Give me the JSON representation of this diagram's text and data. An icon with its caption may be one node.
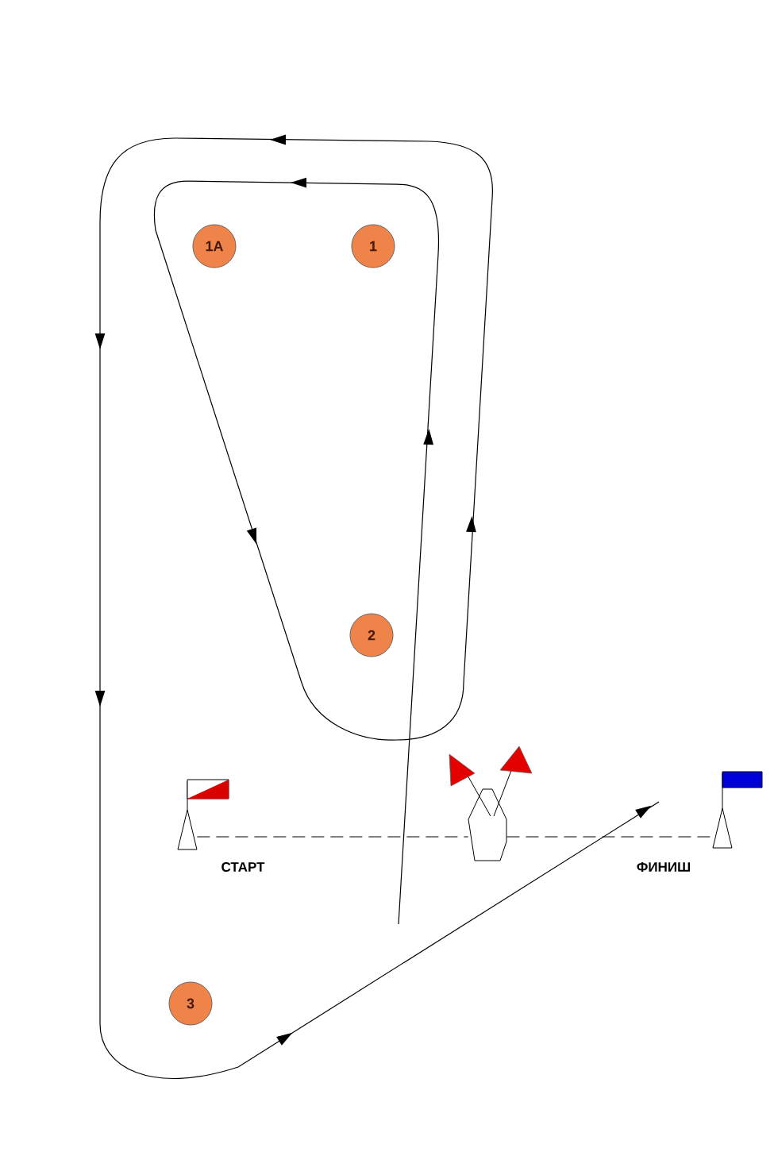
{
  "diagram": {
    "nodes": [
      {
        "text": [
          "1A"
        ]
      },
      {
        "text": [
          "1"
        ]
      },
      {
        "text": [
          "2"
        ]
      },
      {
        "text": [
          "3"
        ]
      },
      {
        "text": [],
        "shape": "buoy",
        "beside": [
          "СТАРТ"
        ]
      },
      {
        "text": [],
        "shape": "boat"
      },
      {
        "text": [],
        "shape": "buoy",
        "beside": [
          "ФИНИШ"
        ]
      }
    ],
    "edges": [
      {
        "from": 4,
        "to": 5,
        "arrow": "none",
        "style": "dashed"
      },
      {
        "from": 5,
        "to": 6,
        "arrow": "none",
        "style": "dashed"
      }
    ]
  }
}
